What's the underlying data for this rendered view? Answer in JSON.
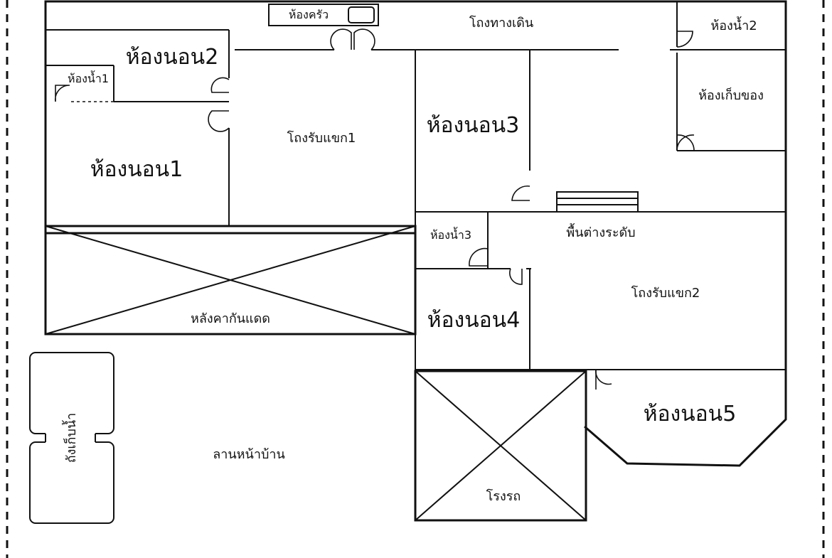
{
  "rooms": {
    "kitchen": "ห้องครัว",
    "corridor": "โถงทางเดิน",
    "bathroom2": "ห้องน้ำ2",
    "bedroom2": "ห้องนอน2",
    "bathroom1": "ห้องน้ำ1",
    "storage": "ห้องเก็บของ",
    "bedroom3": "ห้องนอน3",
    "living1": "โถงรับแขก1",
    "bedroom1": "ห้องนอน1",
    "bathroom3": "ห้องน้ำ3",
    "split_level": "พื้นต่างระดับ",
    "living2": "โถงรับแขก2",
    "awning": "หลังคากันแดด",
    "bedroom4": "ห้องนอน4",
    "bedroom5": "ห้องนอน5",
    "water_tank": "ถังเก็บน้ำ",
    "front_yard": "ลานหน้าบ้าน",
    "garage": "โรงรถ"
  },
  "colors": {
    "line": "#111111",
    "background": "#ffffff"
  }
}
